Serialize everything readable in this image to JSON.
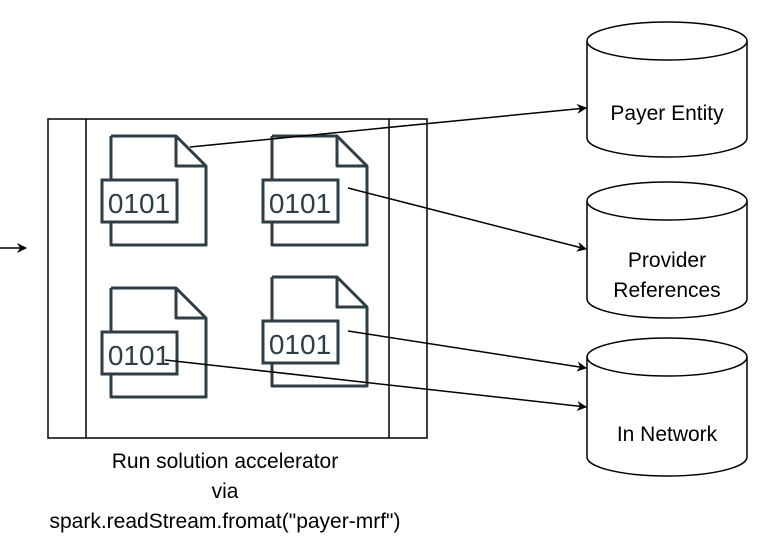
{
  "process": {
    "caption_line1": "Run solution accelerator",
    "caption_line2": "via",
    "caption_line3": "spark.readStream.fromat(\"payer-mrf\")"
  },
  "files": [
    {
      "label": "0101"
    },
    {
      "label": "0101"
    },
    {
      "label": "0101"
    },
    {
      "label": "0101"
    }
  ],
  "stores": {
    "payer_entity": {
      "label": "Payer Entity"
    },
    "provider_references": {
      "label_line1": "Provider",
      "label_line2": "References"
    },
    "in_network": {
      "label": "In Network"
    }
  },
  "colors": {
    "stroke": "#000000",
    "file_icon": "#2f3e46",
    "background": "#ffffff"
  }
}
